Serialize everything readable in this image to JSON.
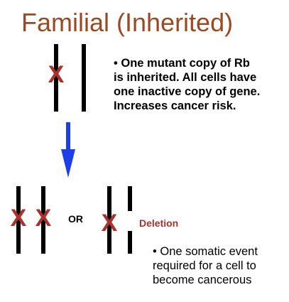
{
  "title": "Familial (Inherited)",
  "top_text": "• One mutant copy of Rb\nis inherited. All cells have\n one inactive copy of gene.\nIncreases cancer risk.",
  "or_label": "OR",
  "deletion_label": "Deletion",
  "bottom_text": "• One somatic event\nrequired for a cell to\nbecome cancerous",
  "mutation_mark": "X",
  "colors": {
    "title": "#9a4a22",
    "mutation": "#a8322d",
    "arrow": "#1f3fe6",
    "chromosome": "#000000",
    "deletion": "#a8322d"
  }
}
